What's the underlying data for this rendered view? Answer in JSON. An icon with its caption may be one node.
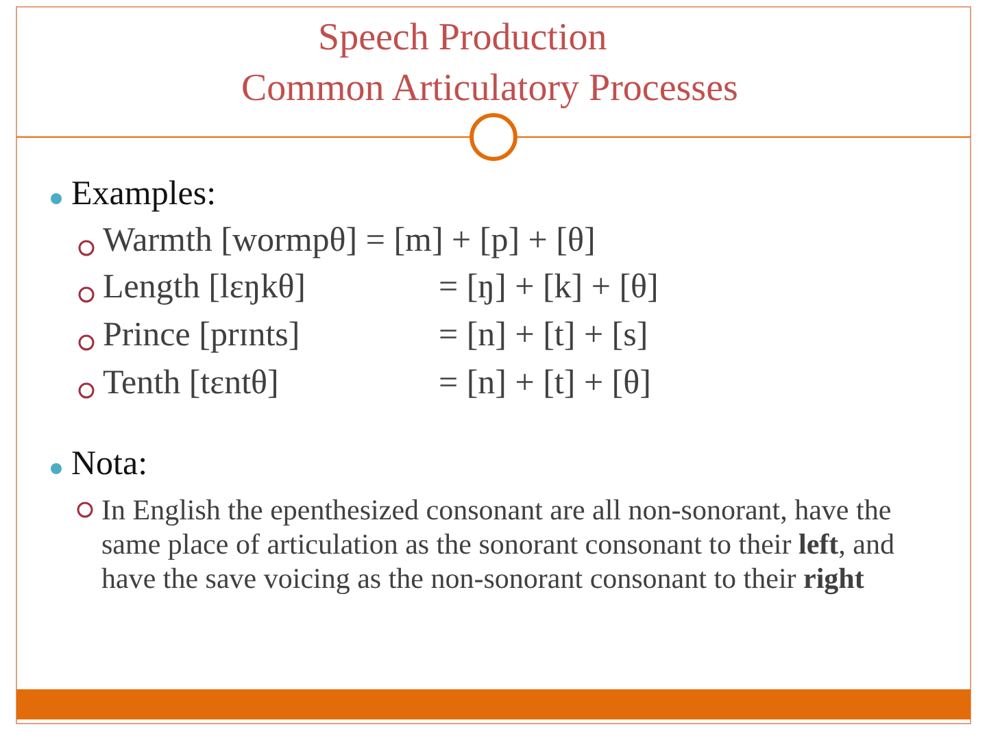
{
  "diagram": {
    "title": "Speech Production",
    "labels": [
      "Common Articulatory Processes",
      "Examples:",
      "Warmth [wormpθ] = [m] + [p] + [θ]",
      "Length [lɛŋkθ]",
      "= [ŋ]  + [k] + [θ]",
      "Prince [prɪnts]",
      "= [n]  + [t]  + [s]",
      "Tenth [tɛntθ]",
      "= [n]  + [t]  + [θ]",
      "Nota:",
      "In English the epenthesized consonant are all non-sonorant, have the same place of articulation as the sonorant consonant to their **left**, and have the save voicing as the non-sonorant consonant to their **right**"
    ]
  }
}
